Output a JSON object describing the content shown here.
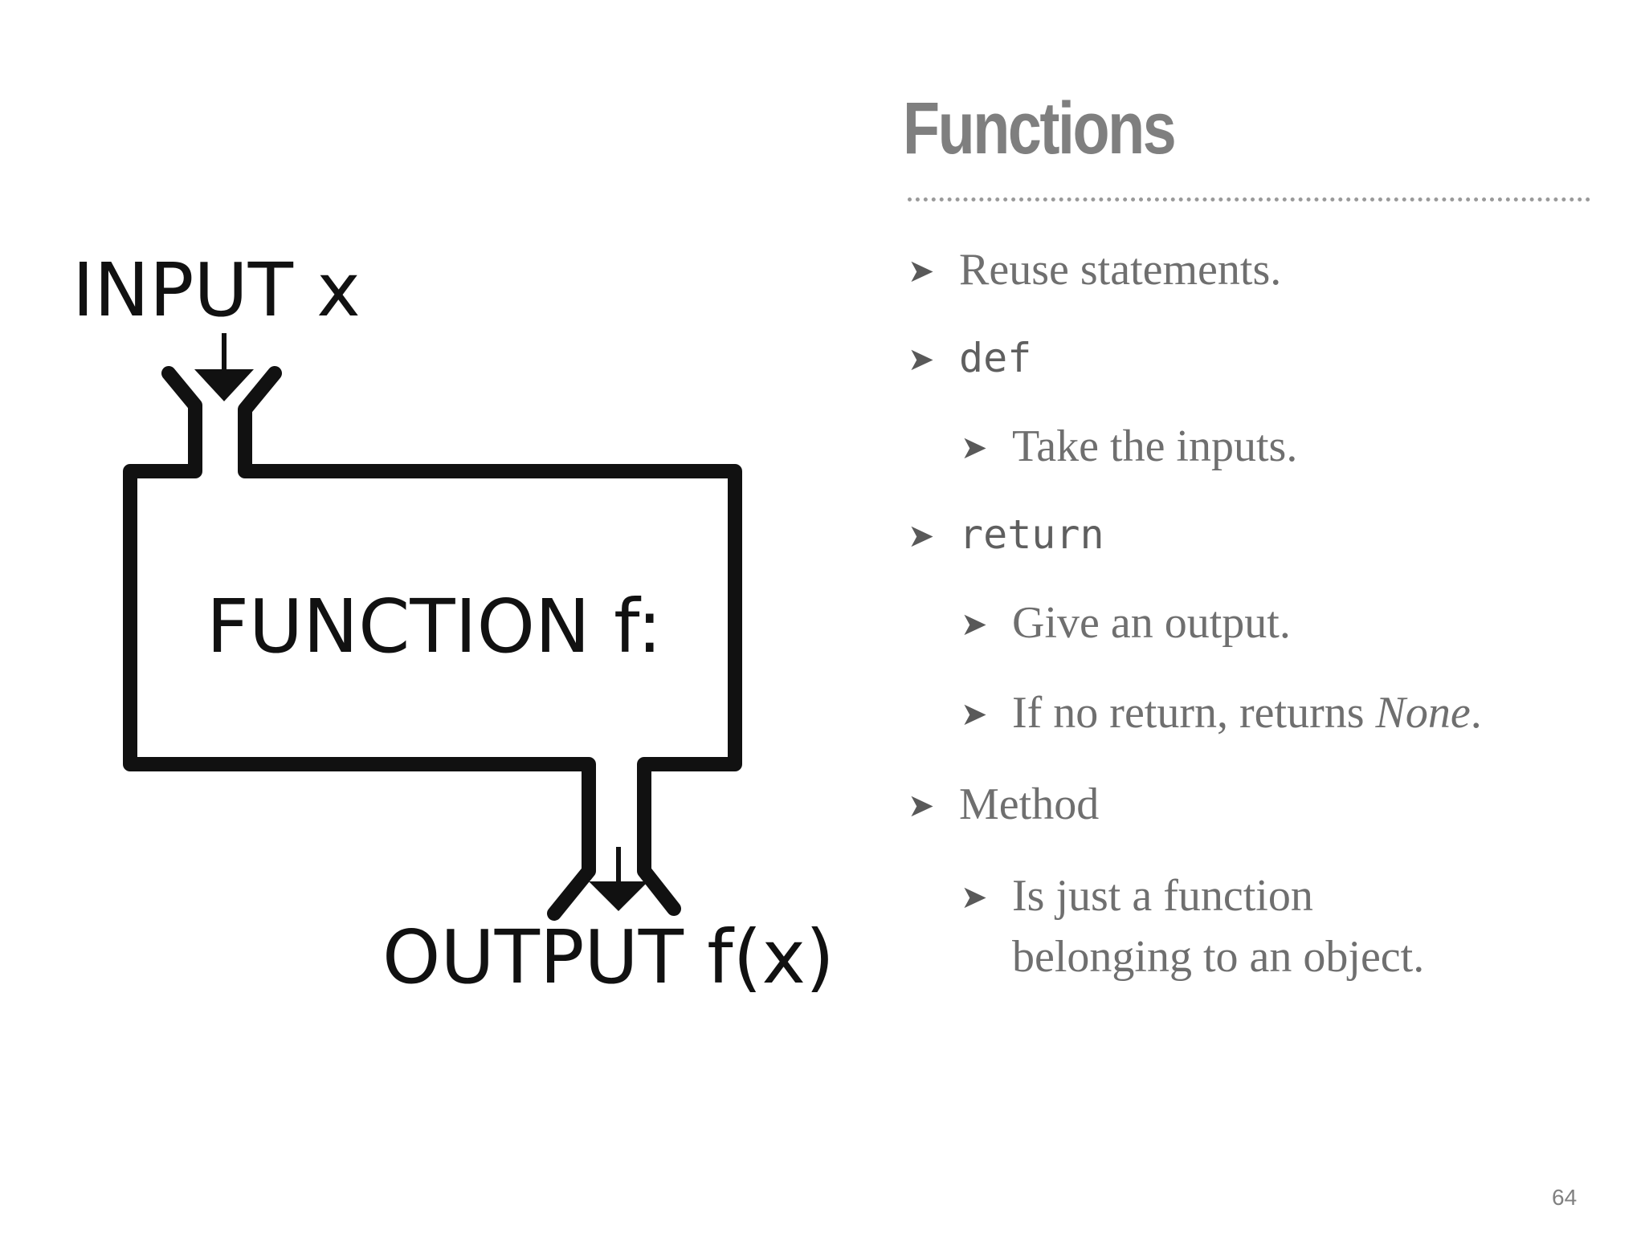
{
  "slide": {
    "title": "Functions",
    "page_number": "64"
  },
  "diagram": {
    "input_label": "INPUT x",
    "function_label": "FUNCTION f:",
    "output_label": "OUTPUT f(x)"
  },
  "bullets": [
    {
      "text": "Reuse statements."
    },
    {
      "text": "def"
    },
    {
      "text": "Take the inputs."
    },
    {
      "text": "return"
    },
    {
      "text": "Give an output."
    },
    {
      "text_before": "If no return, returns ",
      "text_italic": "None",
      "text_after": "."
    },
    {
      "text": "Method"
    },
    {
      "line1": "Is just a function",
      "line2": "belonging to an object."
    }
  ],
  "bullet_glyph": "➤"
}
